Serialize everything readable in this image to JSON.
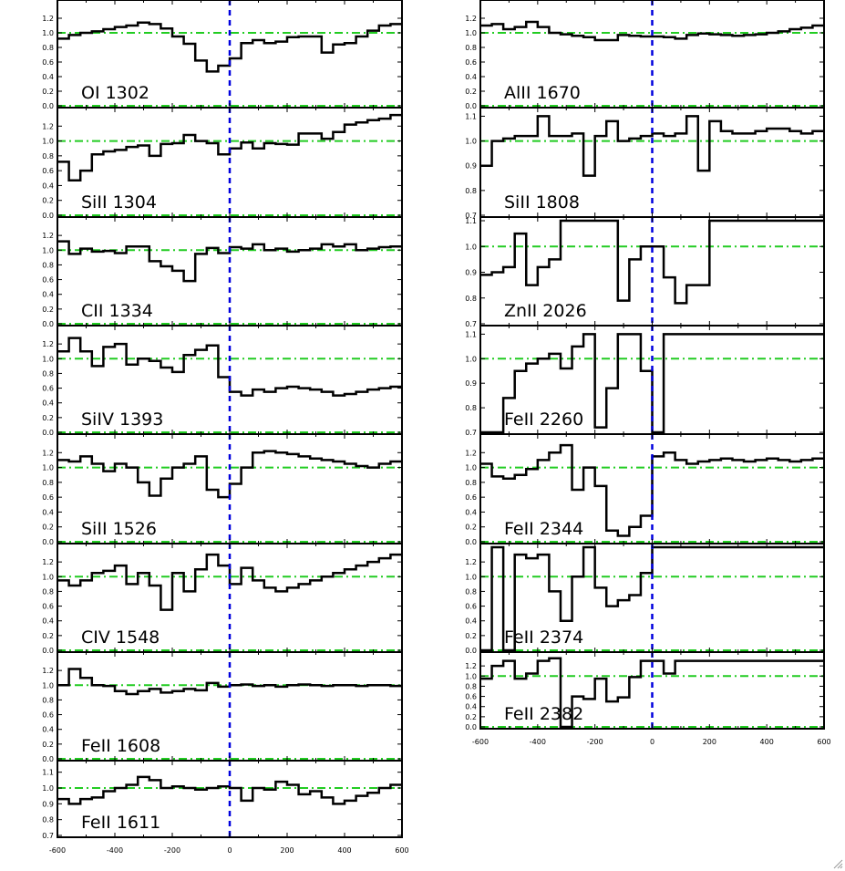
{
  "chart_data": [
    {
      "type": "line",
      "ion_label": "OI 1302",
      "ylim": [
        0.0,
        1.4
      ],
      "yticks": [
        "0.0",
        "0.2",
        "0.4",
        "0.6",
        "0.8",
        "1.0",
        "1.2"
      ],
      "xlim": [
        -600,
        600
      ],
      "x": [
        -600,
        -560,
        -520,
        -480,
        -440,
        -400,
        -360,
        -320,
        -280,
        -240,
        -200,
        -160,
        -120,
        -80,
        -40,
        0,
        40,
        80,
        120,
        160,
        200,
        240,
        280,
        320,
        360,
        400,
        440,
        480,
        520,
        560
      ],
      "y": [
        0.92,
        0.97,
        1.0,
        1.02,
        1.05,
        1.08,
        1.1,
        1.14,
        1.12,
        1.06,
        0.95,
        0.85,
        0.62,
        0.47,
        0.55,
        0.65,
        0.86,
        0.9,
        0.86,
        0.88,
        0.94,
        0.95,
        0.95,
        0.73,
        0.84,
        0.86,
        0.95,
        1.03,
        1.1,
        1.12
      ]
    },
    {
      "type": "line",
      "ion_label": "SiII 1304",
      "ylim": [
        0.0,
        1.4
      ],
      "yticks": [
        "0.0",
        "0.2",
        "0.4",
        "0.6",
        "0.8",
        "1.0",
        "1.2"
      ],
      "xlim": [
        -600,
        600
      ],
      "x": [
        -600,
        -560,
        -520,
        -480,
        -440,
        -400,
        -360,
        -320,
        -280,
        -240,
        -200,
        -160,
        -120,
        -80,
        -40,
        0,
        40,
        80,
        120,
        160,
        200,
        240,
        280,
        320,
        360,
        400,
        440,
        480,
        520,
        560
      ],
      "y": [
        0.72,
        0.47,
        0.6,
        0.82,
        0.86,
        0.88,
        0.92,
        0.94,
        0.8,
        0.96,
        0.97,
        1.08,
        1.0,
        0.97,
        0.82,
        0.9,
        0.98,
        0.9,
        0.97,
        0.96,
        0.95,
        1.1,
        1.1,
        1.03,
        1.12,
        1.22,
        1.25,
        1.28,
        1.3,
        1.35
      ]
    },
    {
      "type": "line",
      "ion_label": "CII 1334",
      "ylim": [
        0.0,
        1.4
      ],
      "yticks": [
        "0.0",
        "0.2",
        "0.4",
        "0.6",
        "0.8",
        "1.0",
        "1.2"
      ],
      "xlim": [
        -600,
        600
      ],
      "x": [
        -600,
        -560,
        -520,
        -480,
        -440,
        -400,
        -360,
        -320,
        -280,
        -240,
        -200,
        -160,
        -120,
        -80,
        -40,
        0,
        40,
        80,
        120,
        160,
        200,
        240,
        280,
        320,
        360,
        400,
        440,
        480,
        520,
        560
      ],
      "y": [
        1.12,
        0.95,
        1.02,
        0.98,
        0.99,
        0.96,
        1.05,
        1.05,
        0.85,
        0.78,
        0.72,
        0.58,
        0.95,
        1.03,
        0.96,
        1.04,
        1.02,
        1.08,
        1.0,
        1.02,
        0.98,
        1.0,
        1.02,
        1.08,
        1.05,
        1.08,
        1.0,
        1.02,
        1.04,
        1.05
      ]
    },
    {
      "type": "line",
      "ion_label": "SiIV 1393",
      "ylim": [
        0.0,
        1.4
      ],
      "yticks": [
        "0.0",
        "0.2",
        "0.4",
        "0.6",
        "0.8",
        "1.0",
        "1.2"
      ],
      "xlim": [
        -600,
        600
      ],
      "x": [
        -600,
        -560,
        -520,
        -480,
        -440,
        -400,
        -360,
        -320,
        -280,
        -240,
        -200,
        -160,
        -120,
        -80,
        -40,
        0,
        40,
        80,
        120,
        160,
        200,
        240,
        280,
        320,
        360,
        400,
        440,
        480,
        520,
        560
      ],
      "y": [
        1.1,
        1.28,
        1.1,
        0.9,
        1.16,
        1.2,
        0.92,
        1.0,
        0.97,
        0.88,
        0.82,
        1.05,
        1.12,
        1.18,
        0.75,
        0.55,
        0.5,
        0.58,
        0.55,
        0.6,
        0.62,
        0.6,
        0.58,
        0.55,
        0.5,
        0.52,
        0.55,
        0.58,
        0.6,
        0.62
      ]
    },
    {
      "type": "line",
      "ion_label": "SiII 1526",
      "ylim": [
        0.0,
        1.4
      ],
      "yticks": [
        "0.0",
        "0.2",
        "0.4",
        "0.6",
        "0.8",
        "1.0",
        "1.2"
      ],
      "xlim": [
        -600,
        600
      ],
      "x": [
        -600,
        -560,
        -520,
        -480,
        -440,
        -400,
        -360,
        -320,
        -280,
        -240,
        -200,
        -160,
        -120,
        -80,
        -40,
        0,
        40,
        80,
        120,
        160,
        200,
        240,
        280,
        320,
        360,
        400,
        440,
        480,
        520,
        560
      ],
      "y": [
        1.1,
        1.08,
        1.15,
        1.05,
        0.95,
        1.05,
        1.0,
        0.8,
        0.62,
        0.85,
        1.0,
        1.05,
        1.15,
        0.7,
        0.6,
        0.78,
        1.0,
        1.2,
        1.22,
        1.2,
        1.18,
        1.15,
        1.12,
        1.1,
        1.08,
        1.05,
        1.02,
        1.0,
        1.05,
        1.08
      ]
    },
    {
      "type": "line",
      "ion_label": "CIV 1548",
      "ylim": [
        0.0,
        1.4
      ],
      "yticks": [
        "0.0",
        "0.2",
        "0.4",
        "0.6",
        "0.8",
        "1.0",
        "1.2"
      ],
      "xlim": [
        -600,
        600
      ],
      "x": [
        -600,
        -560,
        -520,
        -480,
        -440,
        -400,
        -360,
        -320,
        -280,
        -240,
        -200,
        -160,
        -120,
        -80,
        -40,
        0,
        40,
        80,
        120,
        160,
        200,
        240,
        280,
        320,
        360,
        400,
        440,
        480,
        520,
        560
      ],
      "y": [
        0.95,
        0.88,
        0.95,
        1.05,
        1.08,
        1.15,
        0.9,
        1.05,
        0.88,
        0.55,
        1.05,
        0.8,
        1.1,
        1.3,
        1.15,
        0.9,
        1.12,
        0.95,
        0.85,
        0.8,
        0.85,
        0.9,
        0.95,
        1.0,
        1.05,
        1.1,
        1.15,
        1.2,
        1.25,
        1.3
      ]
    },
    {
      "type": "line",
      "ion_label": "FeII 1608",
      "ylim": [
        0.0,
        1.4
      ],
      "yticks": [
        "0.0",
        "0.2",
        "0.4",
        "0.6",
        "0.8",
        "1.0",
        "1.2"
      ],
      "xlim": [
        -600,
        600
      ],
      "x": [
        -600,
        -560,
        -520,
        -480,
        -440,
        -400,
        -360,
        -320,
        -280,
        -240,
        -200,
        -160,
        -120,
        -80,
        -40,
        0,
        40,
        80,
        120,
        160,
        200,
        240,
        280,
        320,
        360,
        400,
        440,
        480,
        520,
        560
      ],
      "y": [
        1.0,
        1.22,
        1.1,
        1.0,
        0.99,
        0.92,
        0.88,
        0.92,
        0.95,
        0.9,
        0.92,
        0.95,
        0.93,
        1.03,
        0.98,
        1.0,
        1.01,
        0.99,
        1.0,
        0.98,
        1.0,
        1.01,
        1.0,
        0.99,
        1.0,
        1.0,
        0.99,
        1.0,
        1.0,
        0.99
      ]
    },
    {
      "type": "line",
      "ion_label": "FeII 1611",
      "ylim": [
        0.7,
        1.15
      ],
      "yticks": [
        "0.7",
        "0.8",
        "0.9",
        "1.0",
        "1.1"
      ],
      "xlim": [
        -600,
        600
      ],
      "x": [
        -600,
        -560,
        -520,
        -480,
        -440,
        -400,
        -360,
        -320,
        -280,
        -240,
        -200,
        -160,
        -120,
        -80,
        -40,
        0,
        40,
        80,
        120,
        160,
        200,
        240,
        280,
        320,
        360,
        400,
        440,
        480,
        520,
        560
      ],
      "y": [
        0.93,
        0.9,
        0.93,
        0.94,
        0.98,
        1.0,
        1.02,
        1.07,
        1.05,
        1.0,
        1.01,
        1.0,
        0.99,
        1.0,
        1.01,
        1.0,
        0.92,
        1.0,
        0.99,
        1.04,
        1.02,
        0.96,
        0.98,
        0.94,
        0.9,
        0.92,
        0.95,
        0.97,
        1.0,
        1.02
      ]
    },
    {
      "type": "line",
      "ion_label": "AlII 1670",
      "ylim": [
        0.0,
        1.4
      ],
      "yticks": [
        "0.0",
        "0.2",
        "0.4",
        "0.6",
        "0.8",
        "1.0",
        "1.2"
      ],
      "xlim": [
        -600,
        600
      ],
      "x": [
        -600,
        -560,
        -520,
        -480,
        -440,
        -400,
        -360,
        -320,
        -280,
        -240,
        -200,
        -160,
        -120,
        -80,
        -40,
        0,
        40,
        80,
        120,
        160,
        200,
        240,
        280,
        320,
        360,
        400,
        440,
        480,
        520,
        560
      ],
      "y": [
        1.1,
        1.12,
        1.05,
        1.08,
        1.15,
        1.08,
        1.0,
        0.98,
        0.96,
        0.94,
        0.9,
        0.9,
        0.97,
        0.96,
        0.95,
        0.95,
        0.94,
        0.92,
        0.97,
        0.99,
        0.98,
        0.97,
        0.96,
        0.97,
        0.98,
        1.0,
        1.02,
        1.05,
        1.07,
        1.1
      ]
    },
    {
      "type": "line",
      "ion_label": "SiII 1808",
      "ylim": [
        0.7,
        1.12
      ],
      "yticks": [
        "0.7",
        "0.8",
        "0.9",
        "1.0",
        "1.1"
      ],
      "xlim": [
        -600,
        600
      ],
      "x": [
        -600,
        -560,
        -520,
        -480,
        -440,
        -400,
        -360,
        -320,
        -280,
        -240,
        -200,
        -160,
        -120,
        -80,
        -40,
        0,
        40,
        80,
        120,
        160,
        200,
        240,
        280,
        320,
        360,
        400,
        440,
        480,
        520,
        560
      ],
      "y": [
        0.9,
        1.0,
        1.01,
        1.02,
        1.02,
        1.1,
        1.02,
        1.02,
        1.03,
        0.86,
        1.02,
        1.08,
        1.0,
        1.01,
        1.02,
        1.03,
        1.02,
        1.03,
        1.1,
        0.88,
        1.08,
        1.04,
        1.03,
        1.03,
        1.04,
        1.05,
        1.05,
        1.04,
        1.03,
        1.04
      ]
    },
    {
      "type": "line",
      "ion_label": "ZnII 2026",
      "ylim": [
        0.7,
        1.1
      ],
      "yticks": [
        "0.7",
        "0.8",
        "0.9",
        "1.0",
        "1.1"
      ],
      "xlim": [
        -600,
        600
      ],
      "x": [
        -600,
        -560,
        -520,
        -480,
        -440,
        -400,
        -360,
        -320,
        -280,
        -240,
        -200,
        -160,
        -120,
        -80,
        -40,
        0,
        40,
        80,
        120,
        160,
        200,
        240,
        280,
        320,
        360,
        400,
        440,
        480,
        520,
        560
      ],
      "y": [
        0.89,
        0.9,
        0.92,
        1.05,
        0.85,
        0.92,
        0.95,
        1.1,
        1.1,
        1.1,
        1.1,
        1.1,
        0.79,
        0.95,
        1.0,
        1.0,
        0.88,
        0.78,
        0.85,
        0.85,
        1.1,
        1.1,
        1.1,
        1.1,
        1.1,
        1.1,
        1.1,
        1.1,
        1.1,
        1.1
      ]
    },
    {
      "type": "line",
      "ion_label": "FeII 2260",
      "ylim": [
        0.7,
        1.12
      ],
      "yticks": [
        "0.7",
        "0.8",
        "0.9",
        "1.0",
        "1.1"
      ],
      "xlim": [
        -600,
        600
      ],
      "x": [
        -600,
        -560,
        -520,
        -480,
        -440,
        -400,
        -360,
        -320,
        -280,
        -240,
        -200,
        -160,
        -120,
        -80,
        -40,
        0,
        40,
        80,
        120,
        160,
        200,
        240,
        280,
        320,
        360,
        400,
        440,
        480,
        520,
        560
      ],
      "y": [
        0.7,
        0.7,
        0.84,
        0.95,
        0.98,
        1.0,
        1.02,
        0.96,
        1.05,
        1.1,
        0.72,
        0.88,
        1.1,
        1.1,
        0.95,
        0.7,
        1.1,
        1.1,
        1.1,
        1.1,
        1.1,
        1.1,
        1.1,
        1.1,
        1.1,
        1.1,
        1.1,
        1.1,
        1.1,
        1.1
      ]
    },
    {
      "type": "line",
      "ion_label": "FeII 2344",
      "ylim": [
        0.0,
        1.4
      ],
      "yticks": [
        "0.0",
        "0.2",
        "0.4",
        "0.6",
        "0.8",
        "1.0",
        "1.2"
      ],
      "xlim": [
        -600,
        600
      ],
      "x": [
        -600,
        -560,
        -520,
        -480,
        -440,
        -400,
        -360,
        -320,
        -280,
        -240,
        -200,
        -160,
        -120,
        -80,
        -40,
        0,
        40,
        80,
        120,
        160,
        200,
        240,
        280,
        320,
        360,
        400,
        440,
        480,
        520,
        560
      ],
      "y": [
        1.05,
        0.88,
        0.85,
        0.9,
        0.98,
        1.1,
        1.2,
        1.3,
        0.7,
        1.0,
        0.75,
        0.15,
        0.08,
        0.2,
        0.35,
        1.15,
        1.2,
        1.1,
        1.05,
        1.08,
        1.1,
        1.12,
        1.1,
        1.08,
        1.1,
        1.12,
        1.1,
        1.08,
        1.1,
        1.12
      ]
    },
    {
      "type": "line",
      "ion_label": "FeII 2374",
      "ylim": [
        0.0,
        1.4
      ],
      "yticks": [
        "0.0",
        "0.2",
        "0.4",
        "0.6",
        "0.8",
        "1.0",
        "1.2"
      ],
      "xlim": [
        -600,
        600
      ],
      "x": [
        -600,
        -560,
        -520,
        -480,
        -440,
        -400,
        -360,
        -320,
        -280,
        -240,
        -200,
        -160,
        -120,
        -80,
        -40,
        0,
        40,
        80,
        120,
        160,
        200,
        240,
        280,
        320,
        360,
        400,
        440,
        480,
        520,
        560
      ],
      "y": [
        0.0,
        1.4,
        0.0,
        1.3,
        1.25,
        1.3,
        0.8,
        0.4,
        1.0,
        1.4,
        0.85,
        0.6,
        0.68,
        0.75,
        1.05,
        1.4,
        1.4,
        1.4,
        1.4,
        1.4,
        1.4,
        1.4,
        1.4,
        1.4,
        1.4,
        1.4,
        1.4,
        1.4,
        1.4,
        1.4
      ]
    },
    {
      "type": "line",
      "ion_label": "FeII 2382",
      "ylim": [
        0.0,
        1.4
      ],
      "yticks": [
        "0.0",
        "0.2",
        "0.4",
        "0.6",
        "0.8",
        "1.0",
        "1.2"
      ],
      "xlim": [
        -600,
        600
      ],
      "x": [
        -600,
        -560,
        -520,
        -480,
        -440,
        -400,
        -360,
        -320,
        -280,
        -240,
        -200,
        -160,
        -120,
        -80,
        -40,
        0,
        40,
        80,
        120,
        160,
        200,
        240,
        280,
        320,
        360,
        400,
        440,
        480,
        520,
        560
      ],
      "y": [
        0.95,
        1.2,
        1.3,
        0.95,
        1.05,
        1.3,
        1.35,
        0.0,
        0.6,
        0.55,
        0.95,
        0.5,
        0.58,
        0.98,
        1.3,
        1.3,
        1.05,
        1.3,
        1.3,
        1.3,
        1.3,
        1.3,
        1.3,
        1.3,
        1.3,
        1.3,
        1.3,
        1.3,
        1.3,
        1.3
      ]
    }
  ],
  "x_tick_labels": [
    "-600",
    "-400",
    "-200",
    "0",
    "200",
    "400",
    "600"
  ],
  "colors": {
    "spectrum": "#000000",
    "reference_level": "#22cc22",
    "zero_velocity": "#0000dd"
  },
  "icons": {
    "resize_grip": "resize-grip-icon"
  }
}
